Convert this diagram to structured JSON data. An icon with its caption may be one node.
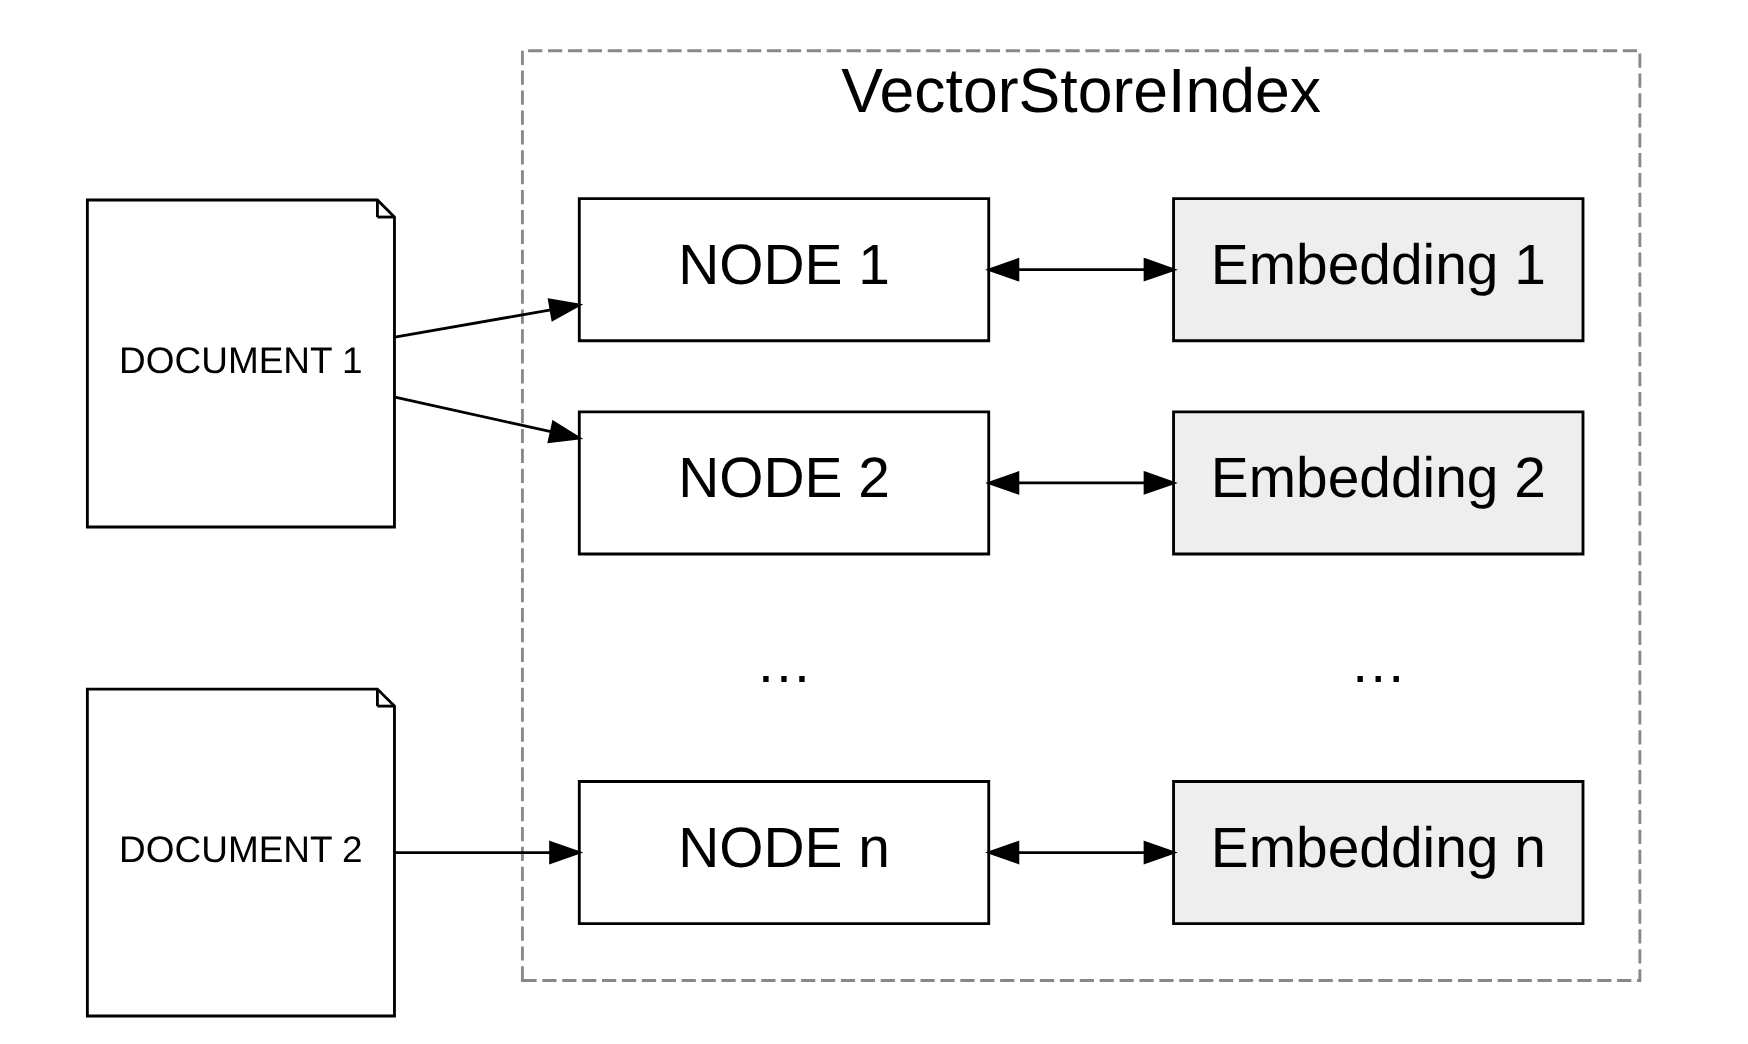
{
  "diagram": {
    "nodes": [
      {
        "text": [
          "VectorStoreIndex"
        ]
      },
      {
        "text": [
          "DOCUMENT 1"
        ]
      },
      {
        "text": [
          "NODE 1"
        ],
        "in": 0
      },
      {
        "text": [
          "Embedding 1"
        ],
        "in": 0
      },
      {
        "text": [
          "NODE 2"
        ],
        "in": 0
      },
      {
        "text": [
          "Embedding 2"
        ],
        "in": 0
      },
      {
        "text": [
          "DOCUMENT 2"
        ]
      },
      {
        "text": [
          "NODE n"
        ],
        "in": 0
      },
      {
        "text": [
          "Embedding n"
        ],
        "in": 0
      }
    ],
    "edges": [
      {
        "from": 1,
        "to": 2,
        "arrow": "to"
      },
      {
        "from": 1,
        "to": 4,
        "arrow": "to"
      },
      {
        "from": 6,
        "to": 7,
        "arrow": "to"
      },
      {
        "from": 2,
        "to": 3,
        "arrow": "both"
      },
      {
        "from": 4,
        "to": 5,
        "arrow": "both"
      },
      {
        "from": 7,
        "to": 8,
        "arrow": "both"
      }
    ],
    "labels": [
      "…",
      "…"
    ]
  }
}
